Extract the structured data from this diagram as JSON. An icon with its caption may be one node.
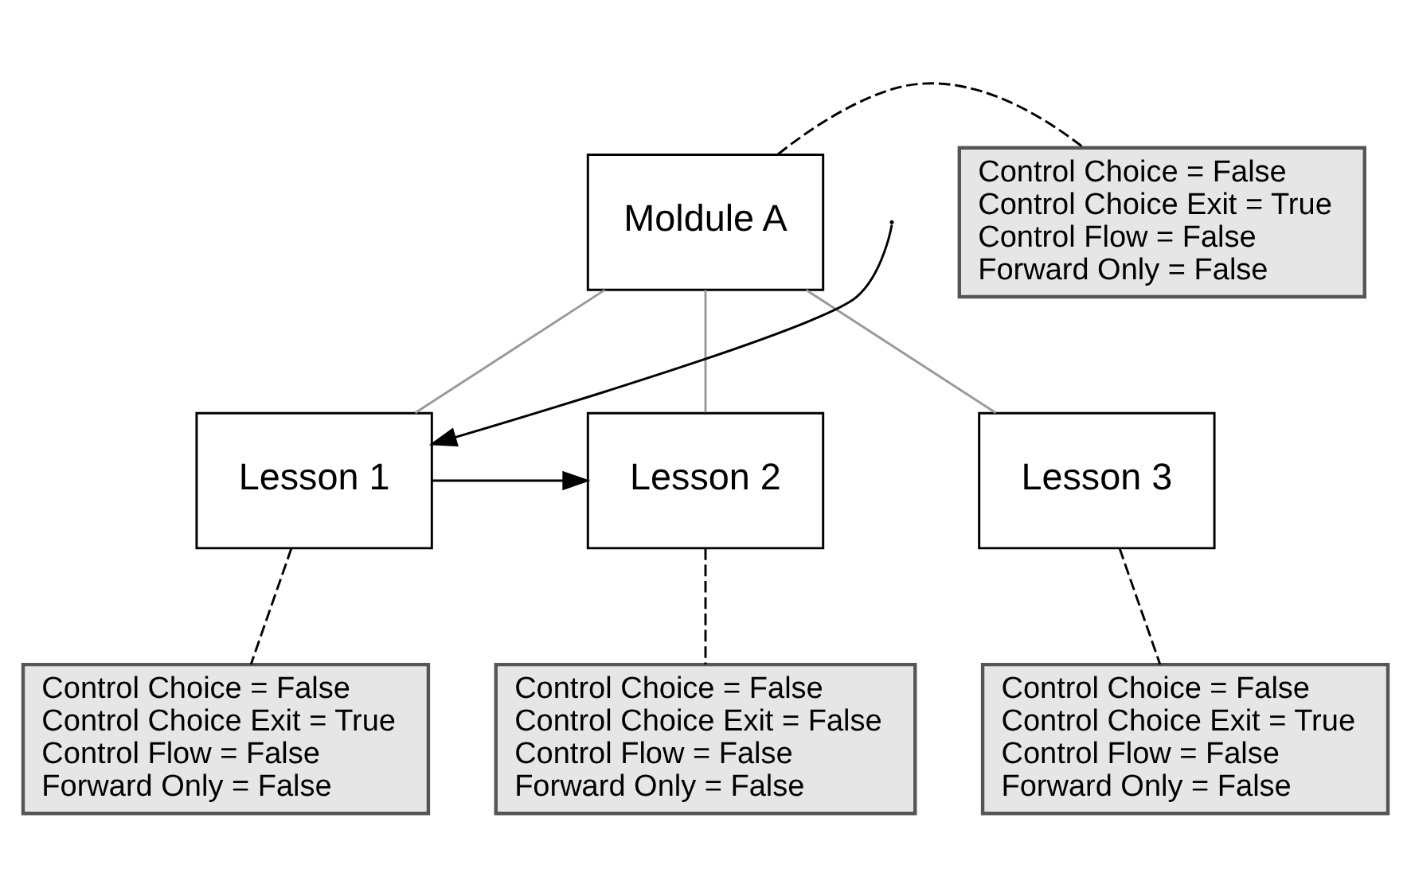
{
  "diagram": {
    "nodes": [
      {
        "text": [
          "Moldule A"
        ]
      },
      {
        "text": [
          "Control Choice = False",
          "Control Choice Exit = True",
          "Control Flow = False",
          "Forward Only = False"
        ]
      },
      {
        "text": [
          "Lesson 1"
        ]
      },
      {
        "text": [
          "Lesson 2"
        ]
      },
      {
        "text": [
          "Lesson 3"
        ]
      },
      {
        "text": [
          "Control Choice = False",
          "Control Choice Exit = True",
          "Control Flow = False",
          "Forward Only = False"
        ]
      },
      {
        "text": [
          "Control Choice = False",
          "Control Choice Exit = False",
          "Control Flow = False",
          "Forward Only = False"
        ]
      },
      {
        "text": [
          "Control Choice = False",
          "Control Choice Exit = True",
          "Control Flow = False",
          "Forward Only = False"
        ]
      }
    ],
    "edges": [
      {
        "from": 0,
        "to": 1,
        "arrow": "none",
        "style": "dashed"
      },
      {
        "from": 0,
        "to": 2,
        "arrow": "none",
        "color": "#999999"
      },
      {
        "from": 0,
        "to": 3,
        "arrow": "none",
        "color": "#999999"
      },
      {
        "from": 0,
        "to": 4,
        "arrow": "none",
        "color": "#999999"
      },
      {
        "from": null,
        "to": 2,
        "arrow": "to"
      },
      {
        "from": 2,
        "to": 3,
        "arrow": "to"
      },
      {
        "from": 2,
        "to": 5,
        "arrow": "none",
        "style": "dashed"
      },
      {
        "from": 3,
        "to": 6,
        "arrow": "none",
        "style": "dashed"
      },
      {
        "from": 4,
        "to": 7,
        "arrow": "none",
        "style": "dashed"
      }
    ]
  }
}
